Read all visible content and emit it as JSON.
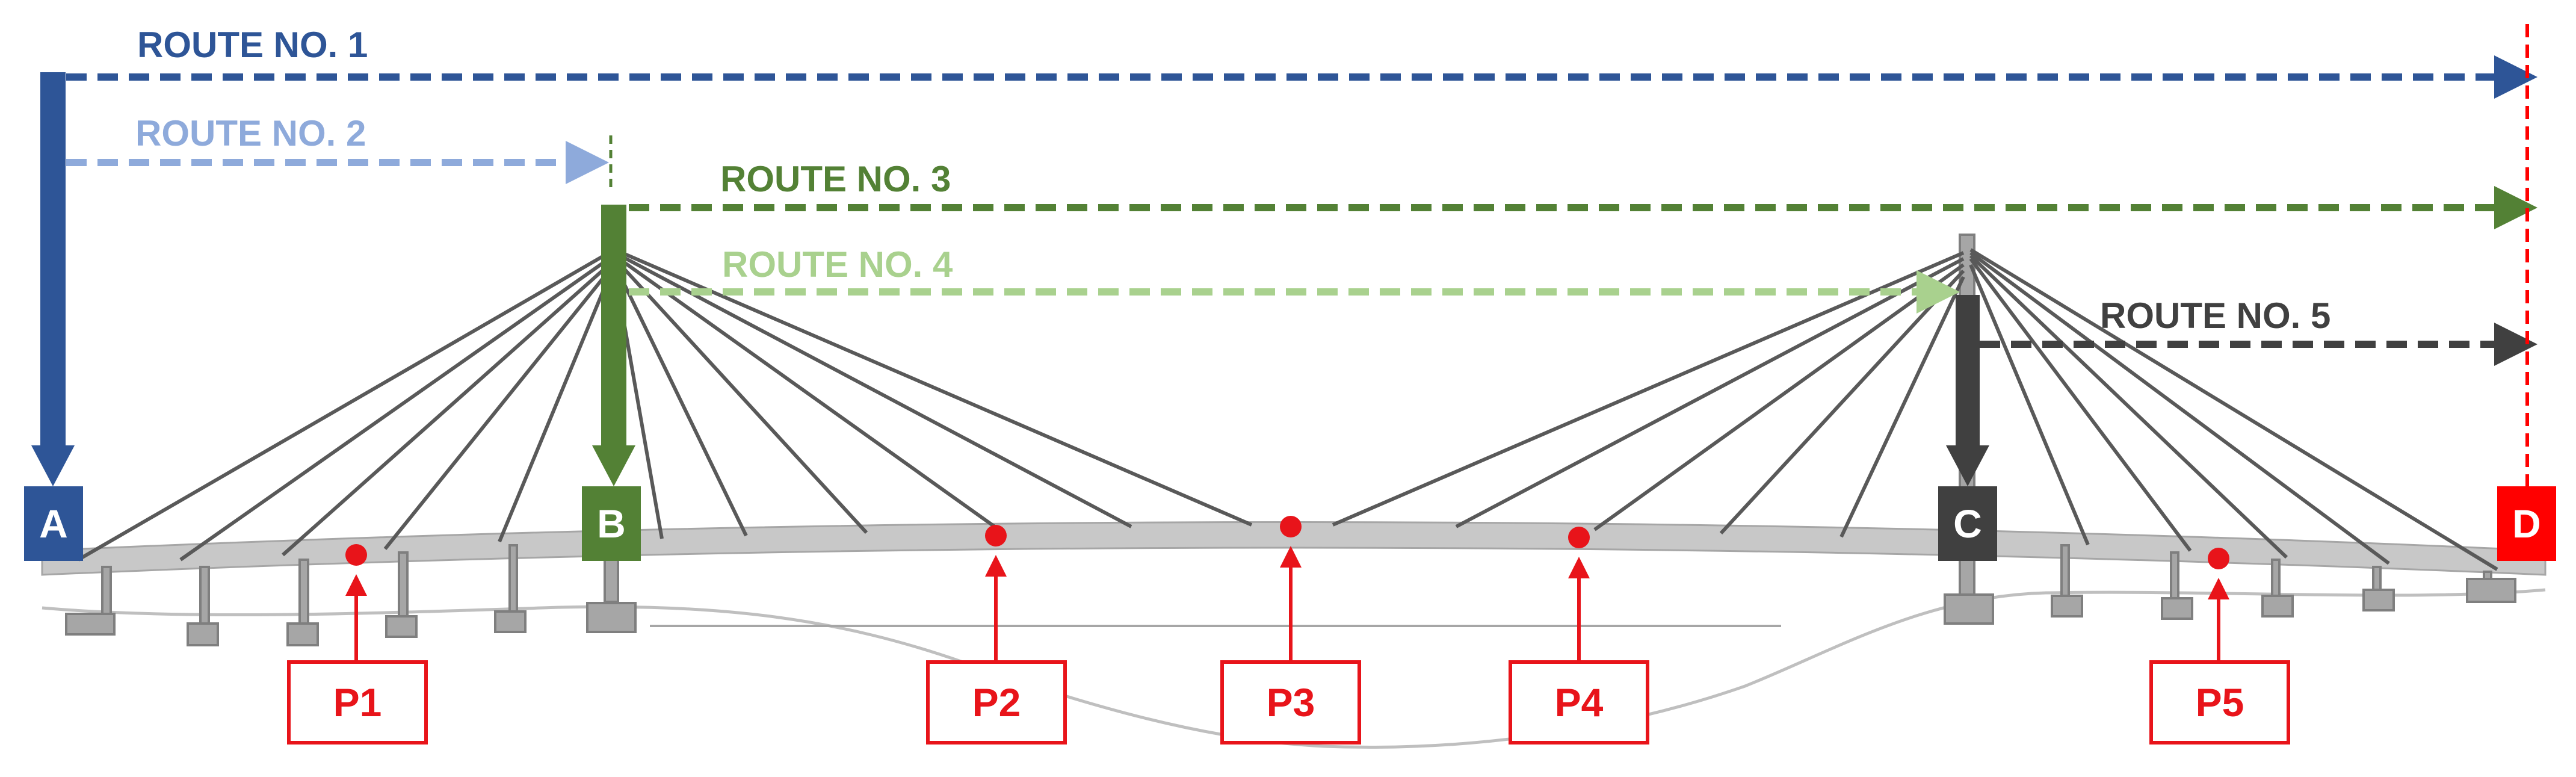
{
  "routes": [
    {
      "label": "ROUTE NO. 1",
      "color": "#2e5597"
    },
    {
      "label": "ROUTE NO. 2",
      "color": "#8eaadb"
    },
    {
      "label": "ROUTE NO. 3",
      "color": "#538135"
    },
    {
      "label": "ROUTE NO. 4",
      "color": "#a9d18e"
    },
    {
      "label": "ROUTE NO. 5",
      "color": "#404040"
    }
  ],
  "nodes": [
    {
      "label": "A",
      "color": "#2e5597"
    },
    {
      "label": "B",
      "color": "#538135"
    },
    {
      "label": "C",
      "color": "#404040"
    },
    {
      "label": "D",
      "color": "#ff0000"
    }
  ],
  "points": [
    {
      "label": "P1"
    },
    {
      "label": "P2"
    },
    {
      "label": "P3"
    },
    {
      "label": "P4"
    },
    {
      "label": "P5"
    }
  ],
  "point_color": "#e8141a",
  "bridge_color": "#bfbfbf",
  "cable_color": "#595959"
}
